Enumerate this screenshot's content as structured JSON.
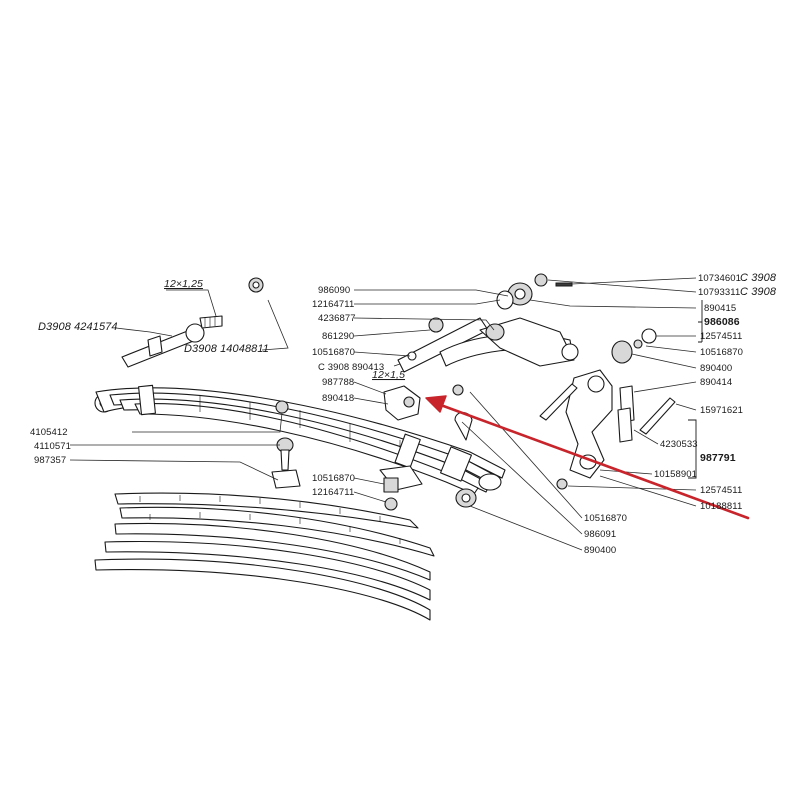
{
  "labels": {
    "thread_12x125": "12×1,25",
    "d3908_4241574": "D3908 4241574",
    "d3908_14048811": "D3908 14048811",
    "l_4105412": "4105412",
    "l_4110571": "4110571",
    "l_987357": "987357",
    "l_986090": "986090",
    "l_12164711_a": "12164711",
    "l_4236877": "4236877",
    "l_861290": "861290",
    "l_10516870_a": "10516870",
    "c3908_890413": "C 3908 890413",
    "thread_12x15": "12×1,5",
    "l_987788": "987788",
    "l_890418": "890418",
    "l_10516870_b": "10516870",
    "l_12164711_b": "12164711",
    "l_10734601": "10734601",
    "l_c3908_a": "C 3908",
    "l_10793311": "10793311",
    "l_c3908_b": "C 3908",
    "l_890415": "890415",
    "l_986086": "986086",
    "l_12574511_a": "12574511",
    "l_10516870_c": "10516870",
    "l_890400_a": "890400",
    "l_890414": "890414",
    "l_15971621": "15971621",
    "l_4230533": "4230533",
    "l_987791": "987791",
    "l_10158901": "10158901",
    "l_12574511_b": "12574511",
    "l_10188811": "10188811",
    "l_10516870_d": "10516870",
    "l_986091": "986091",
    "l_890400_b": "890400"
  },
  "colors": {
    "ink": "#1a1a1a",
    "arrow": "#c8242b",
    "background": "#ffffff"
  }
}
